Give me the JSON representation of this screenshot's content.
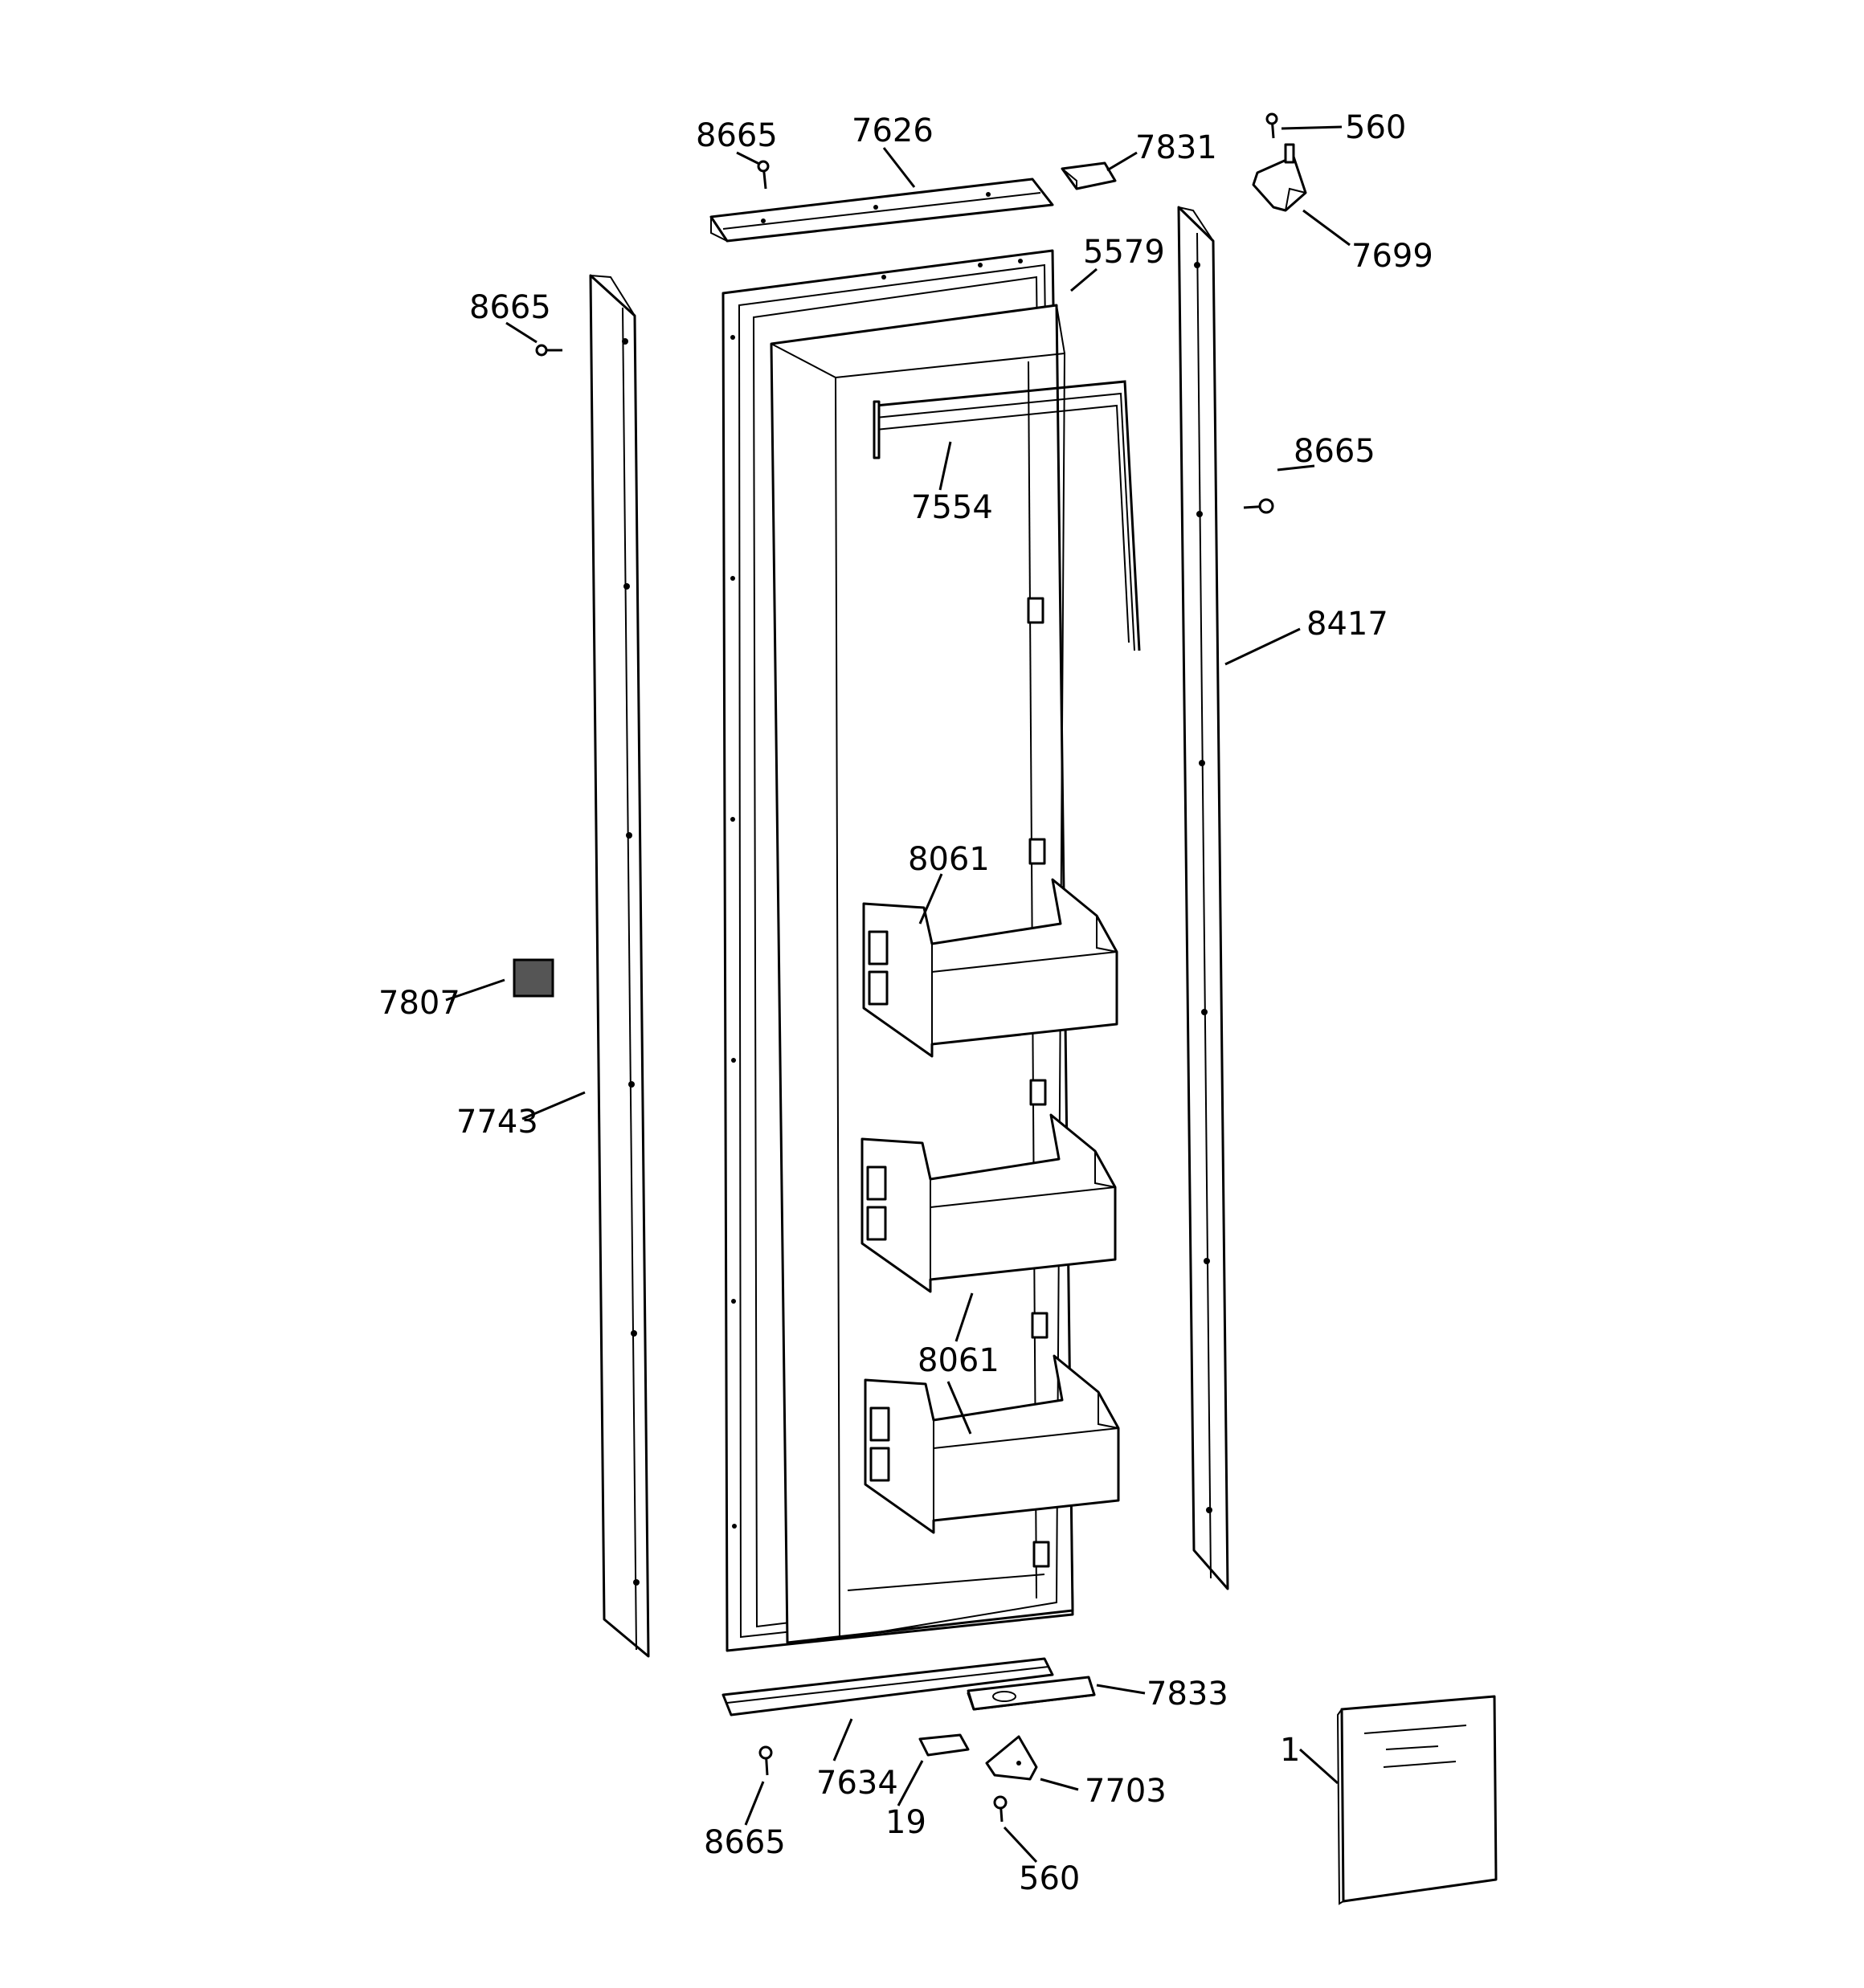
{
  "diagram": {
    "callouts": [
      {
        "id": "c-8665-top",
        "text": "8665"
      },
      {
        "id": "c-7626",
        "text": "7626"
      },
      {
        "id": "c-7831",
        "text": "7831"
      },
      {
        "id": "c-560-top",
        "text": "560"
      },
      {
        "id": "c-7699",
        "text": "7699"
      },
      {
        "id": "c-5579",
        "text": "5579"
      },
      {
        "id": "c-8665-left",
        "text": "8665"
      },
      {
        "id": "c-7554",
        "text": "7554"
      },
      {
        "id": "c-8665-right",
        "text": "8665"
      },
      {
        "id": "c-8417",
        "text": "8417"
      },
      {
        "id": "c-8061-a",
        "text": "8061"
      },
      {
        "id": "c-7807",
        "text": "7807"
      },
      {
        "id": "c-7743",
        "text": "7743"
      },
      {
        "id": "c-8061-b",
        "text": "8061"
      },
      {
        "id": "c-7833",
        "text": "7833"
      },
      {
        "id": "c-1",
        "text": "1"
      },
      {
        "id": "c-7634",
        "text": "7634"
      },
      {
        "id": "c-7703",
        "text": "7703"
      },
      {
        "id": "c-8665-bottom",
        "text": "8665"
      },
      {
        "id": "c-19",
        "text": "19"
      },
      {
        "id": "c-560-bottom",
        "text": "560"
      }
    ]
  }
}
